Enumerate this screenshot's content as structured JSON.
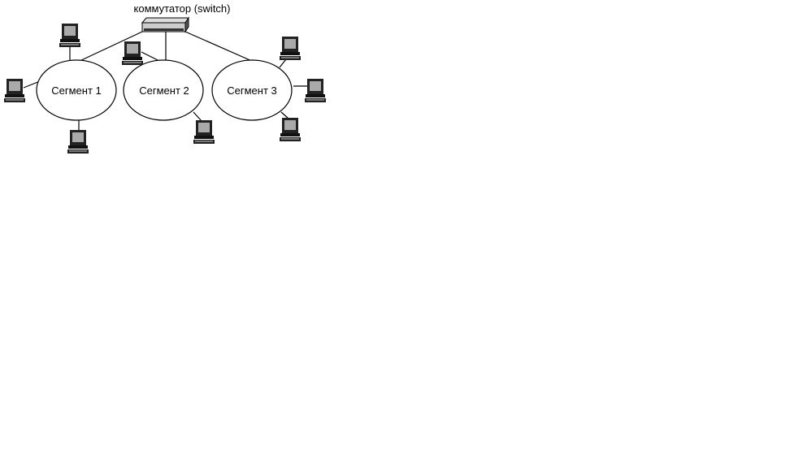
{
  "switch": {
    "label": "коммутатор (switch)",
    "icon": "switch-icon"
  },
  "segments": [
    {
      "label": "Сегмент 1"
    },
    {
      "label": "Сегмент 2"
    },
    {
      "label": "Сегмент 3"
    }
  ],
  "computer_icon": "computer-icon",
  "colors": {
    "line": "#000000",
    "background": "#ffffff"
  }
}
